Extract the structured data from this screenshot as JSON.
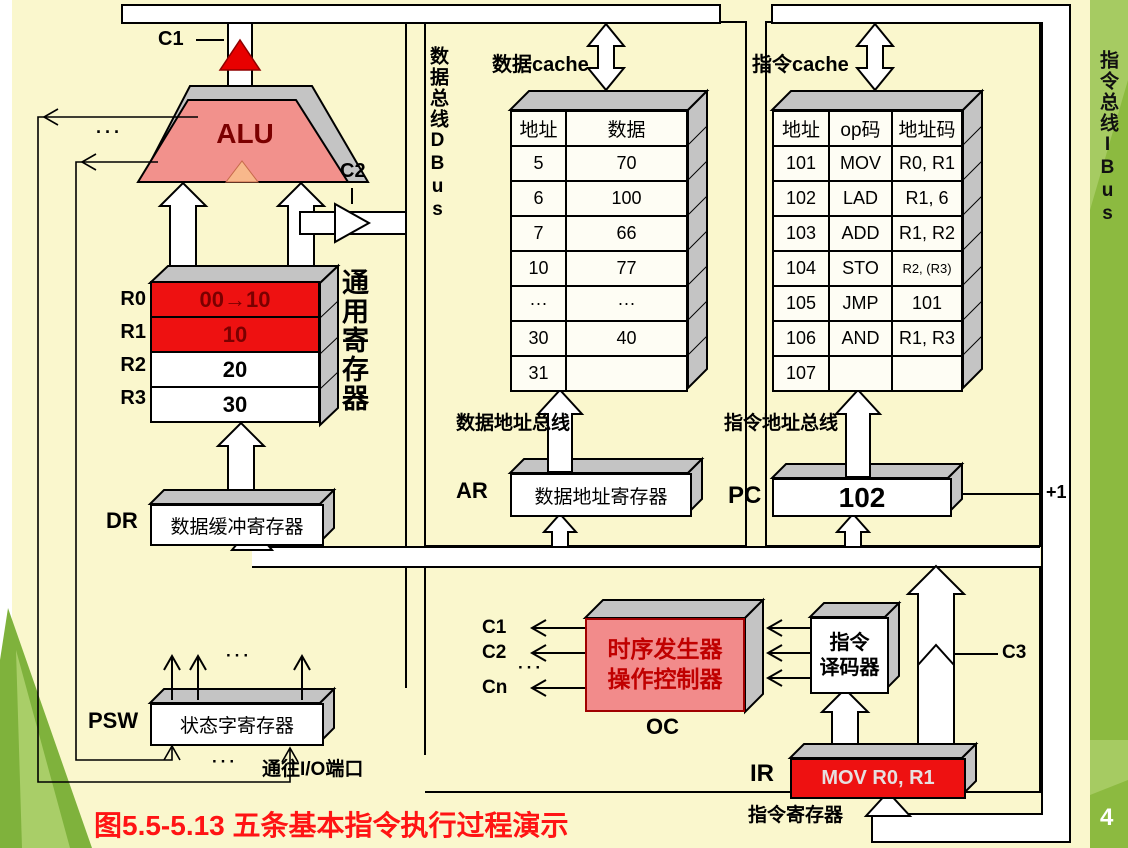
{
  "title": {
    "caption": "图5.5-5.13 五条基本指令执行过程演示",
    "page_number": "4"
  },
  "buses": {
    "dbus_label": "数据总线DBus",
    "ibus_label": "指令总线IBus",
    "io_label": "通往I/O端口",
    "plus_one": "+1"
  },
  "alu": {
    "label": "ALU",
    "c1": "C1",
    "c2": "C2",
    "dots": "···"
  },
  "registers": {
    "side_label": "通用寄存器",
    "rows": [
      {
        "name": "R0",
        "value": "00→10"
      },
      {
        "name": "R1",
        "value": "10"
      },
      {
        "name": "R2",
        "value": "20"
      },
      {
        "name": "R3",
        "value": "30"
      }
    ]
  },
  "dr": {
    "name": "DR",
    "label": "数据缓冲寄存器"
  },
  "psw": {
    "name": "PSW",
    "label": "状态字寄存器",
    "dots_top": "···",
    "dots_bottom": "···"
  },
  "data_cache": {
    "title": "数据cache",
    "bus_label": "数据地址总线",
    "headers": [
      "地址",
      "数据"
    ],
    "rows": [
      [
        "5",
        "70"
      ],
      [
        "6",
        "100"
      ],
      [
        "7",
        "66"
      ],
      [
        "10",
        "77"
      ],
      [
        "···",
        "···"
      ],
      [
        "30",
        "40"
      ],
      [
        "31",
        ""
      ]
    ]
  },
  "ar": {
    "name": "AR",
    "label": "数据地址寄存器"
  },
  "instr_cache": {
    "title": "指令cache",
    "bus_label": "指令地址总线",
    "headers": [
      "地址",
      "op码",
      "地址码"
    ],
    "rows": [
      [
        "101",
        "MOV",
        "R0, R1"
      ],
      [
        "102",
        "LAD",
        "R1, 6"
      ],
      [
        "103",
        "ADD",
        "R1, R2"
      ],
      [
        "104",
        "STO",
        "R2, (R3)"
      ],
      [
        "105",
        "JMP",
        "101"
      ],
      [
        "106",
        "AND",
        "R1, R3"
      ],
      [
        "107",
        "",
        ""
      ]
    ]
  },
  "pc": {
    "name": "PC",
    "value": "102"
  },
  "oc": {
    "line1": "时序发生器",
    "line2": "操作控制器",
    "name": "OC",
    "c1": "C1",
    "c2": "C2",
    "cn": "Cn",
    "dots": "···"
  },
  "decoder": {
    "line1": "指令",
    "line2": "译码器"
  },
  "c3_label": "C3",
  "ir": {
    "name": "IR",
    "value": "MOV R0, R1",
    "label": "指令寄存器"
  },
  "colors": {
    "background": "#FAF7CD",
    "highlight_red": "#EE1111",
    "alu_pink": "#F2918C",
    "oc_pink": "#F28B8B",
    "gray_3d": "#C4C4C4",
    "slide_green": "#8CBA40",
    "title_red": "#FF1414"
  }
}
